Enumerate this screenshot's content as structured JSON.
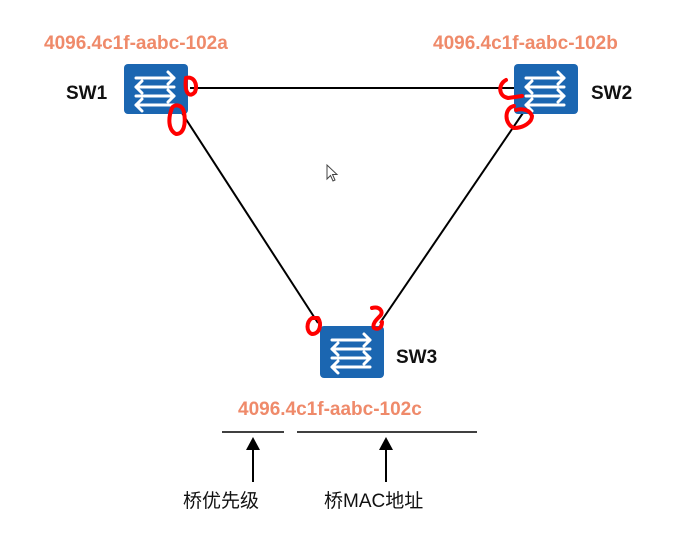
{
  "switches": [
    {
      "name": "SW1",
      "bridge_id": "4096.4c1f-aabc-102a"
    },
    {
      "name": "SW2",
      "bridge_id": "4096.4c1f-aabc-102b"
    },
    {
      "name": "SW3",
      "bridge_id": "4096.4c1f-aabc-102c"
    }
  ],
  "annotations": {
    "priority_label": "桥优先级",
    "mac_label": "桥MAC地址"
  },
  "colors": {
    "switch_blue": "#1b66b1",
    "bridge_id_text": "#ef8a6a",
    "port_marker": "#ff0000",
    "link": "#000000"
  }
}
